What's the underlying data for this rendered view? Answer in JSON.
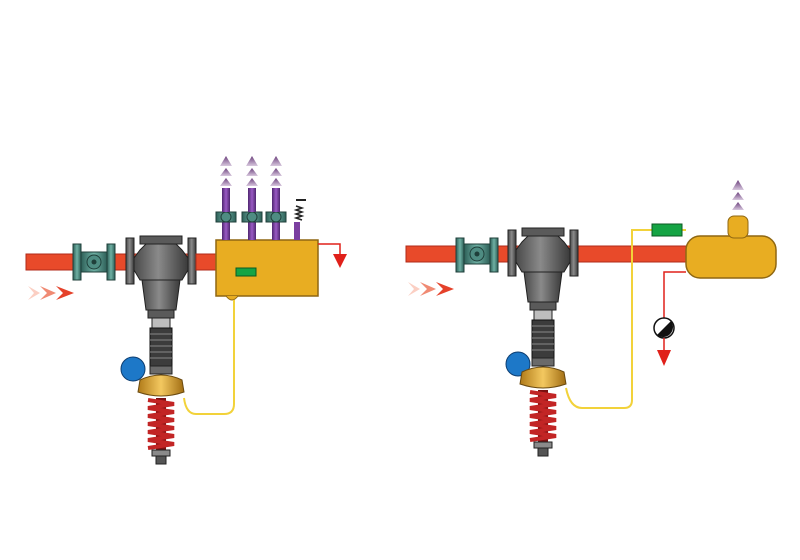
{
  "diagram": {
    "description_visible_text": [],
    "left_system": {
      "components": [
        "steam-pipe",
        "flow-arrows",
        "flanged-valve",
        "strainer-body",
        "pressure-actuator",
        "control-head",
        "adjustment-spring",
        "manifold-tank",
        "outlet-valves",
        "sensing-line",
        "drain-arrow",
        "vent-arrows"
      ]
    },
    "right_system": {
      "components": [
        "steam-pipe",
        "flow-arrows",
        "flanged-valve",
        "strainer-body",
        "pressure-actuator",
        "control-head",
        "adjustment-spring",
        "receiver-tank",
        "green-sensor",
        "sensing-line",
        "gauge",
        "drain-arrow",
        "vent-arrows"
      ]
    }
  },
  "colors": {
    "background": "#ffffff",
    "pipe": "#e84a2a",
    "pipe_edge": "#b02a18",
    "tank": "#e8ad22",
    "tank_edge": "#8f6712",
    "valve_body": "#7c7c7c",
    "valve_dark": "#3f3f3f",
    "valve_teal": "#4e8c82",
    "actuator_blue": "#1d78c8",
    "control_gold": "#e8b03a",
    "spring_red": "#c22525",
    "sensor_line": "#f2d23a",
    "purple_pipe": "#7b3fa0",
    "vent_arrow": "#7a4e88",
    "flow_arrow": "#ea5a3a",
    "green_sensor": "#15a444"
  },
  "icons": {
    "flow": "double-chevron-flow-icon",
    "vent": "up-arrow-vent-icon",
    "drain": "down-arrow-drain-icon",
    "gauge": "half-filled-gauge-icon"
  }
}
